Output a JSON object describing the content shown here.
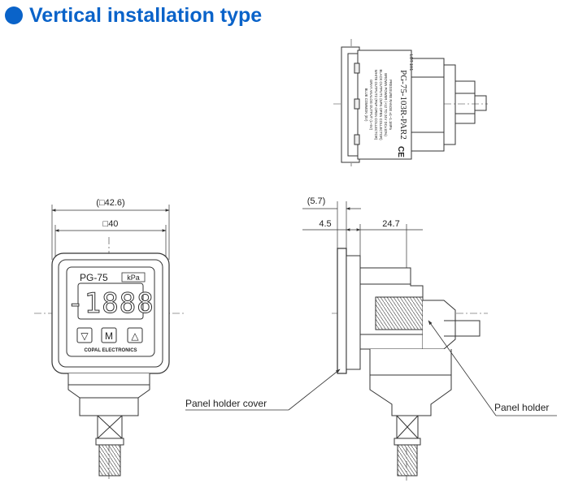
{
  "header": {
    "title": "Vertical installation type",
    "accent_color": "#0a63c9"
  },
  "dimensions": {
    "outer_width": "(□42.6)",
    "inner_width": "□40",
    "overall_depth": "(5.7)",
    "panel_thickness": "4.5",
    "body_depth": "24.7"
  },
  "front_panel": {
    "model": "PG-75",
    "unit": "kPa",
    "display": "-1888",
    "button_down": "▽",
    "button_mode": "M",
    "button_up": "△",
    "brand": "COPAL ELECTRONICS"
  },
  "callouts": {
    "panel_holder_cover": "Panel holder cover",
    "panel_holder": "Panel holder"
  },
  "top_label": {
    "model_line": "PG-75-103R-PAR2",
    "lot_line": "LOT 1H1",
    "spec_lines": [
      "PRESSURE RANGE ±1~1.1MPa",
      "BROWN POWER (+12 TO 24V DC±10%)",
      "BLACK OUTPUT1 (NPN OPEN COLLECTOR)",
      "WHITE OUTPUT2 (PNP OPEN COLLECTOR)",
      "GRAY ANALOG OUTPUT (1~5V)",
      "BLUE COMMON (0V)"
    ]
  }
}
